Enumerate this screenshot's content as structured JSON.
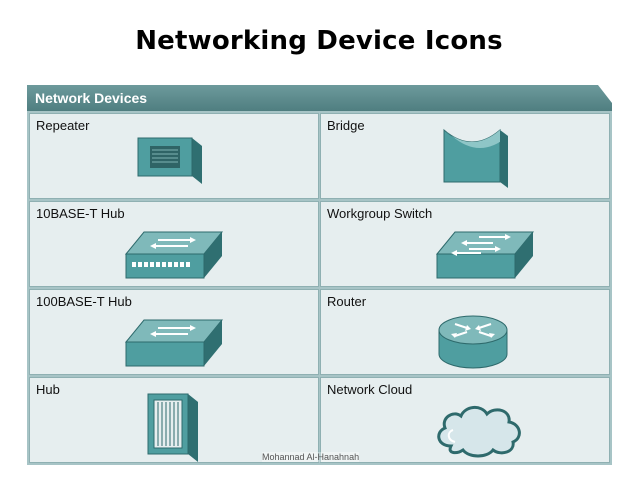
{
  "page": {
    "title": "Networking Device Icons"
  },
  "panel": {
    "header": "Network Devices"
  },
  "devices": [
    {
      "label": "Repeater",
      "icon": "repeater-icon"
    },
    {
      "label": "Bridge",
      "icon": "bridge-icon"
    },
    {
      "label": "10BASE-T Hub",
      "icon": "10base-t-hub-icon"
    },
    {
      "label": "Workgroup Switch",
      "icon": "workgroup-switch-icon"
    },
    {
      "label": "100BASE-T Hub",
      "icon": "100base-t-hub-icon"
    },
    {
      "label": "Router",
      "icon": "router-icon"
    },
    {
      "label": "Hub",
      "icon": "hub-icon"
    },
    {
      "label": "Network Cloud",
      "icon": "network-cloud-icon"
    }
  ],
  "footer": {
    "credit": "Mohannad Al-Hanahnah"
  },
  "colors": {
    "panel_bg": "#a7c4c6",
    "header": "#4f7e80",
    "cell_bg": "#e6eeef",
    "icon_teal": "#4f9ea0"
  }
}
